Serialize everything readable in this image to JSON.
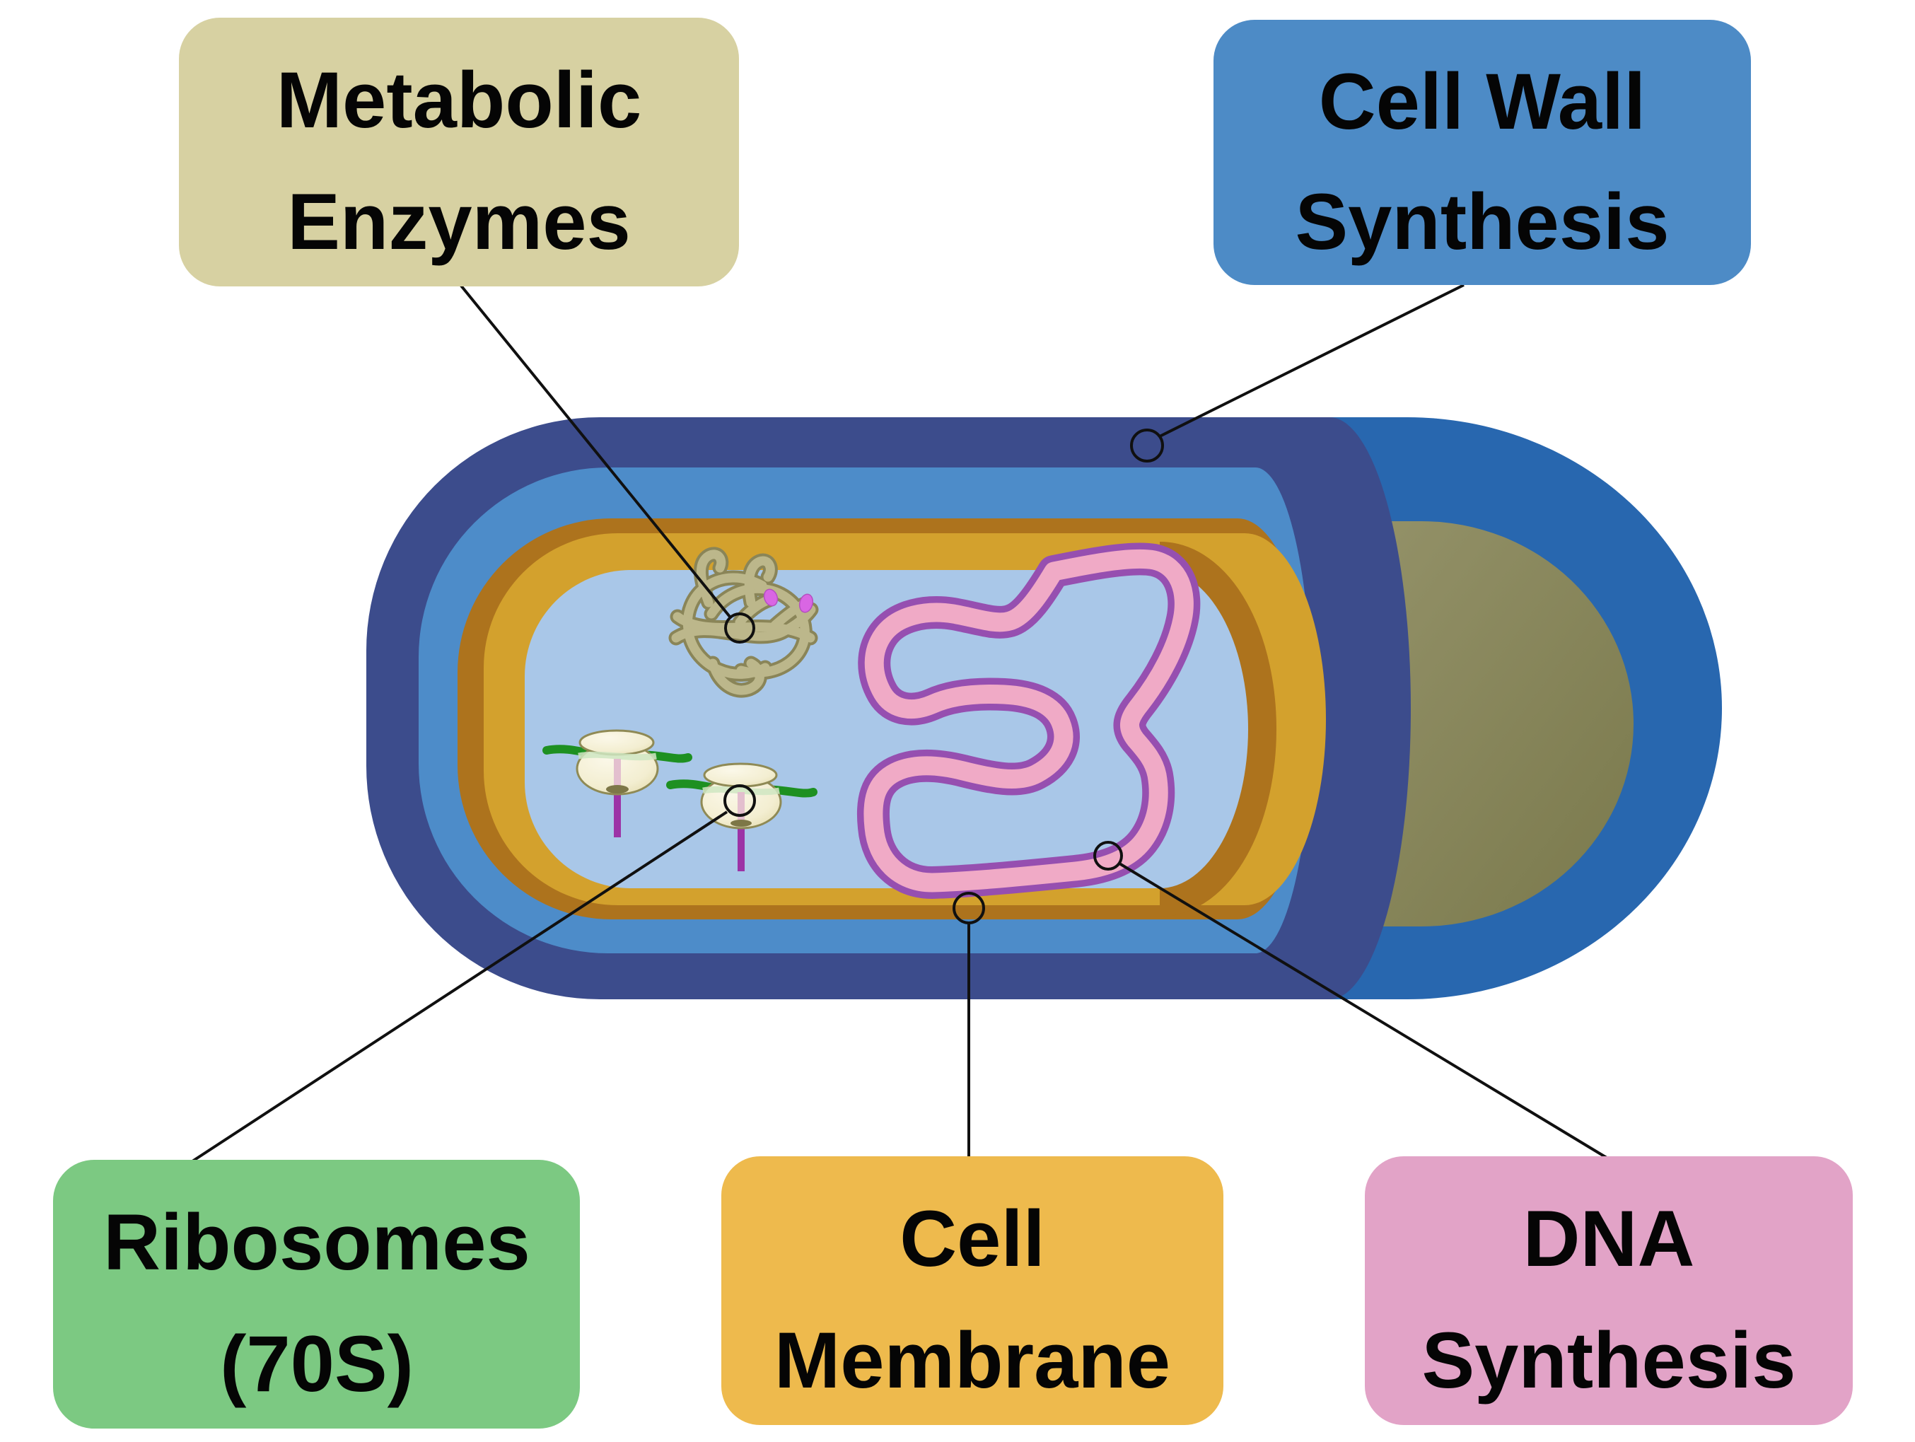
{
  "diagram": {
    "name": "bacterial-cell-antibiotic-target-sites",
    "labels": {
      "metabolic_enzymes": {
        "line1": "Metabolic",
        "line2": "Enzymes",
        "box_color": "#d7d1a2"
      },
      "cell_wall_synthesis": {
        "line1": "Cell Wall",
        "line2": "Synthesis",
        "box_color": "#4d8bc6"
      },
      "ribosomes": {
        "line1": "Ribosomes",
        "line2": "(70S)",
        "box_color": "#7cc982"
      },
      "cell_membrane": {
        "line1": "Cell",
        "line2": "Membrane",
        "box_color": "#eeba4d"
      },
      "dna_synthesis": {
        "line1": "DNA",
        "line2": "Synthesis",
        "box_color": "#e2a3c7"
      }
    },
    "annotation": {
      "color": "#101010"
    },
    "cell_colors": {
      "capsule_outer_blue": "#2867af",
      "cell_wall_navy": "#3c4c8c",
      "periplasm_blue": "#4d8cc9",
      "membrane_gold": "#d3a12d",
      "membrane_brown": "#ad731d",
      "cytoplasm_light_blue": "#a9c7e8",
      "interior_olive": "#8a895c",
      "dna_pink": "#f0aac6",
      "dna_purple": "#964fb0",
      "ribosome_cream": "#f5f0d5",
      "ribosome_outline": "#8f8a55",
      "mrna_green": "#1e9021",
      "trna_purple": "#9c33a6",
      "enzyme_strand_olive": "#bcb78b",
      "enzyme_strand_outline": "#8a8558",
      "enzyme_tip_magenta": "#d966e3"
    }
  }
}
